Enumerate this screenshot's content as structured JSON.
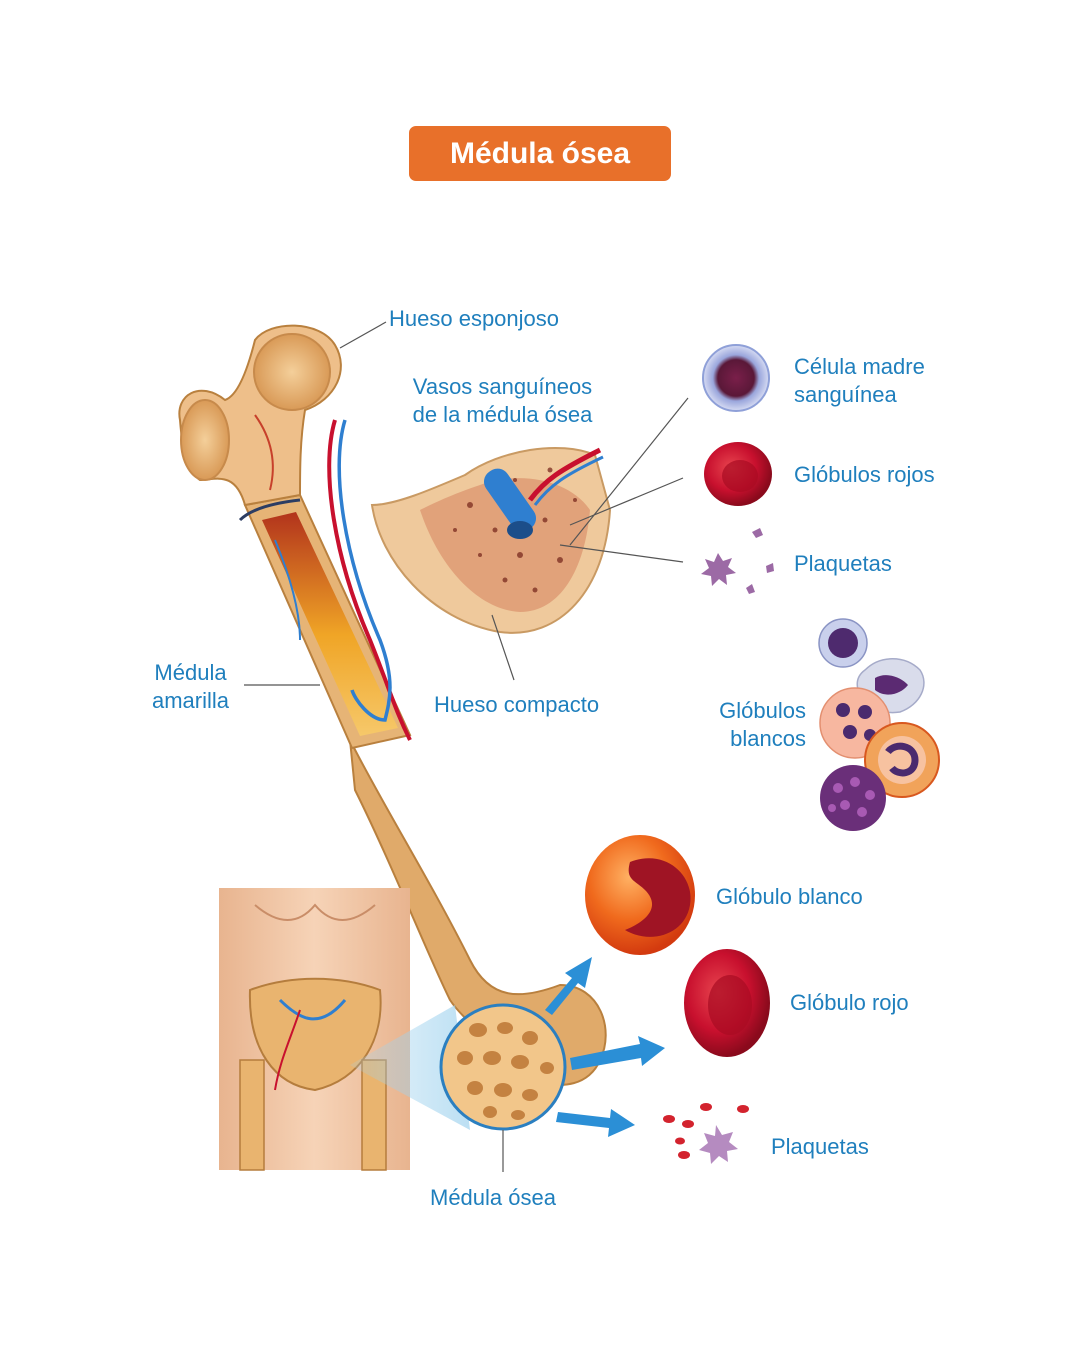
{
  "title": "Médula ósea",
  "labels": {
    "hueso_esponjoso": "Hueso esponjoso",
    "vasos": [
      "Vasos sanguíneos",
      "de la médula ósea"
    ],
    "celula_madre": [
      "Célula madre",
      "sanguínea"
    ],
    "globulos_rojos": "Glóbulos rojos",
    "plaquetas_top": "Plaquetas",
    "medula_amarilla": [
      "Médula",
      "amarilla"
    ],
    "hueso_compacto": "Hueso compacto",
    "globulos_blancos": [
      "Glóbulos",
      "blancos"
    ],
    "globulo_blanco": "Glóbulo blanco",
    "globulo_rojo": "Glóbulo rojo",
    "plaquetas_bottom": "Plaquetas",
    "medula_osea": "Médula ósea"
  },
  "colors": {
    "title_bg": "#e8702a",
    "label_text": "#1f7fbd",
    "bone": "#e3b071",
    "red_cell": "#c8102e",
    "leader_line": "#555555"
  }
}
